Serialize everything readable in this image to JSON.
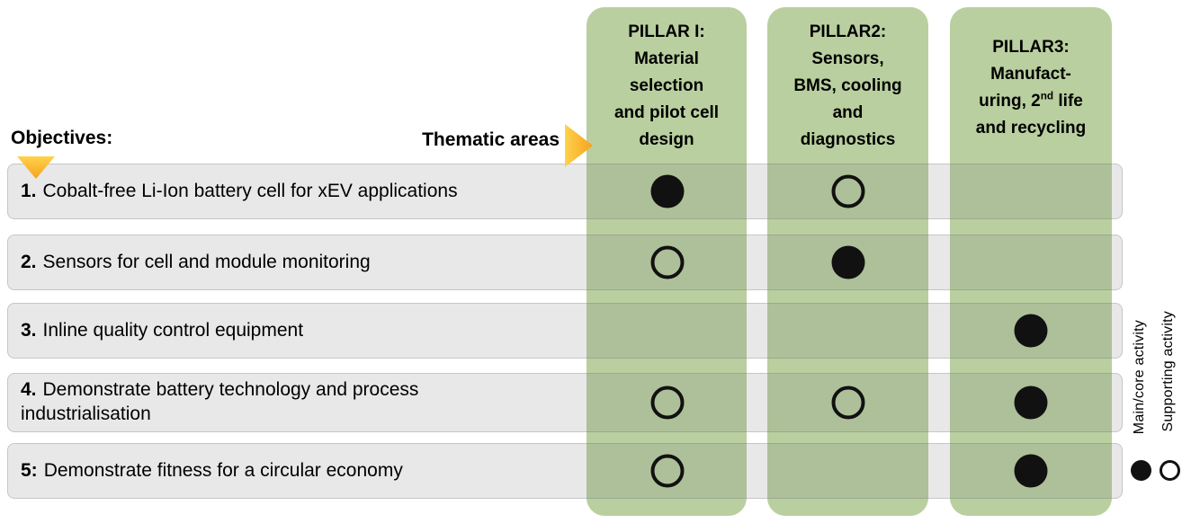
{
  "header": {
    "objectives_label": "Objectives:",
    "thematic_label": "Thematic areas"
  },
  "pillars": [
    {
      "text": "PILLAR I:\nMaterial\nselection\nand pilot cell\ndesign"
    },
    {
      "text": "PILLAR2:\nSensors,\nBMS, cooling\nand\ndiagnostics"
    },
    {
      "text_pre": "PILLAR3:\nManufact-\nuring, 2",
      "text_sup": "nd",
      "text_post": " life\nand recycling"
    }
  ],
  "rows": [
    {
      "number": "1.",
      "text": "Cobalt-free Li-Ion battery cell for xEV applications",
      "marks": [
        "main",
        "supporting",
        "none"
      ]
    },
    {
      "number": "2.",
      "text": "Sensors for cell and module monitoring",
      "marks": [
        "supporting",
        "main",
        "none"
      ]
    },
    {
      "number": "3.",
      "text": "Inline quality control equipment",
      "marks": [
        "none",
        "none",
        "main"
      ]
    },
    {
      "number": "4.",
      "text": "Demonstrate battery technology and process\nindustrialisation",
      "marks": [
        "supporting",
        "supporting",
        "main"
      ]
    },
    {
      "number": "5:",
      "text": "Demonstrate fitness for a circular economy",
      "marks": [
        "supporting",
        "none",
        "main"
      ]
    }
  ],
  "legend": {
    "main_label": "Main/core activity",
    "supporting_label": "Supporting activity"
  },
  "colors": {
    "pillar_green": "#b9cf9f",
    "row_gray": "#e8e8e8",
    "arrow_gold": "#f6a21d",
    "mark_black": "#111111"
  }
}
